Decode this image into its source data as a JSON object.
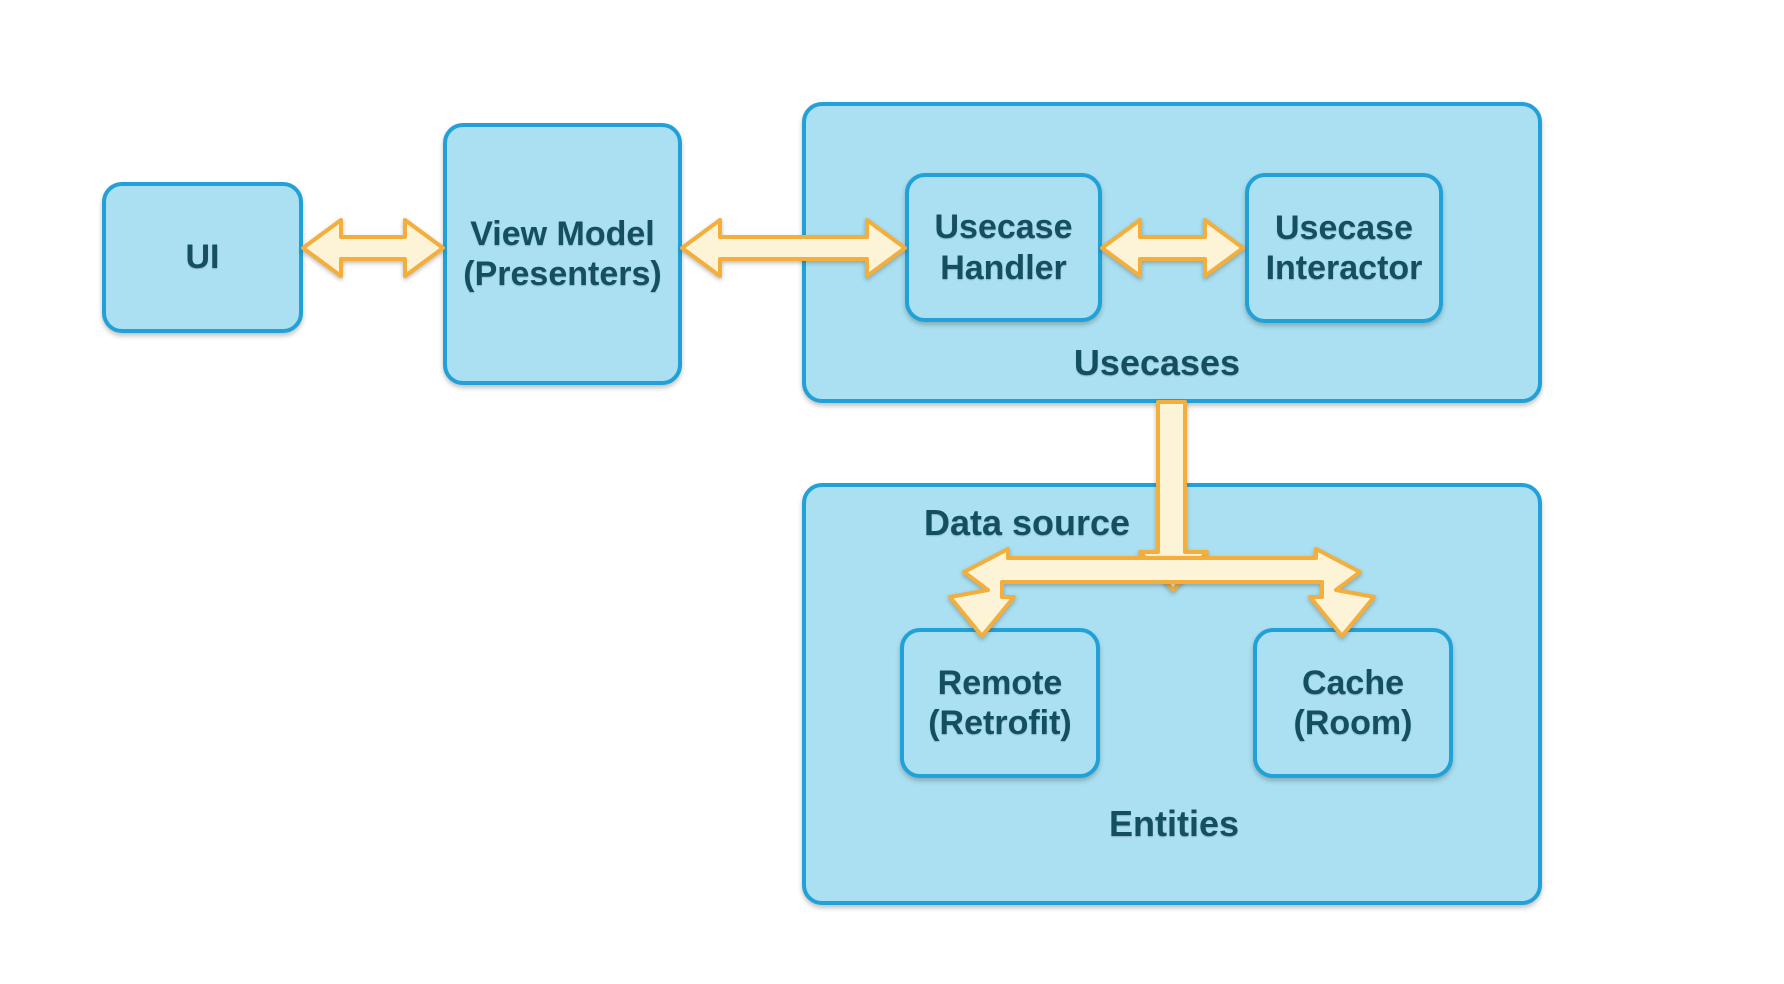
{
  "diagram_type": "android-clean-architecture-diagram",
  "colors": {
    "node_fill": "#aae0f1",
    "node_border": "#21a1d7",
    "text": "#134f60",
    "arrow_fill": "#fdf3d6",
    "arrow_stroke": "#f3ae3b",
    "background": "#ffffff"
  },
  "nodes": {
    "ui": {
      "label": "UI"
    },
    "view_model": {
      "label": "View Model\n(Presenters)"
    },
    "usecase_handler": {
      "label": "Usecase\nHandler"
    },
    "usecase_interactor": {
      "label": "Usecase\nInteractor"
    },
    "remote": {
      "label": "Remote\n(Retrofit)"
    },
    "cache": {
      "label": "Cache\n(Room)"
    }
  },
  "containers": {
    "usecases": {
      "label": "Usecases"
    },
    "data_source": {
      "top_label": "Data source",
      "bottom_label": "Entities"
    }
  },
  "connections": [
    {
      "from": "ui",
      "to": "view_model",
      "type": "bidirectional-horizontal"
    },
    {
      "from": "view_model",
      "to": "usecase_handler",
      "type": "bidirectional-horizontal"
    },
    {
      "from": "usecase_handler",
      "to": "usecase_interactor",
      "type": "bidirectional-horizontal"
    },
    {
      "from": "usecases",
      "to": "remote",
      "type": "branch-down-arrow"
    },
    {
      "from": "usecases",
      "to": "cache",
      "type": "branch-down-arrow"
    }
  ]
}
